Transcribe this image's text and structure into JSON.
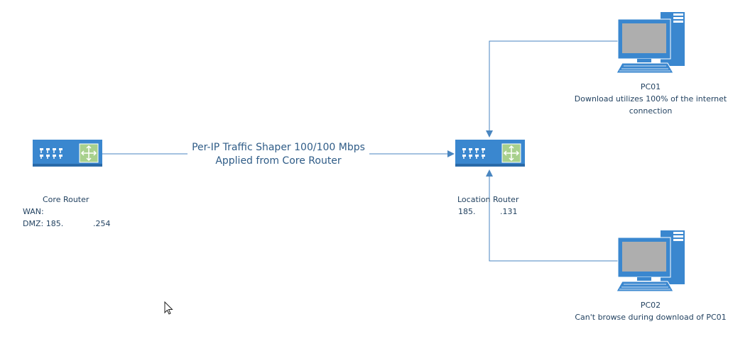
{
  "colors": {
    "connector": "#4a86c0",
    "device_fill": "#3a87cf",
    "device_dark": "#2a6aa8",
    "router_panel": "#a8d08d",
    "screen": "#aeaeae",
    "text": "#1f3f5e"
  },
  "edges": {
    "core_to_location": {
      "line1": "Per-IP Traffic Shaper 100/100 Mbps",
      "line2": "Applied from Core Router"
    }
  },
  "nodes": {
    "core_router": {
      "icon": "router-icon",
      "name": "Core Router",
      "wan": "WAN:",
      "dmz_prefix": "DMZ: 185.",
      "dmz_suffix": ".254"
    },
    "location_router": {
      "icon": "router-icon",
      "name": "Location Router",
      "ip_prefix": "185.",
      "ip_suffix": ".131"
    },
    "pc01": {
      "icon": "workstation-icon",
      "name": "PC01",
      "desc_line1": "Download utilizes 100% of the internet",
      "desc_line2": "connection"
    },
    "pc02": {
      "icon": "workstation-icon",
      "name": "PC02",
      "desc_line1": "Can't browse during download of PC01"
    }
  },
  "cursor": {
    "icon": "mouse-pointer-icon"
  }
}
